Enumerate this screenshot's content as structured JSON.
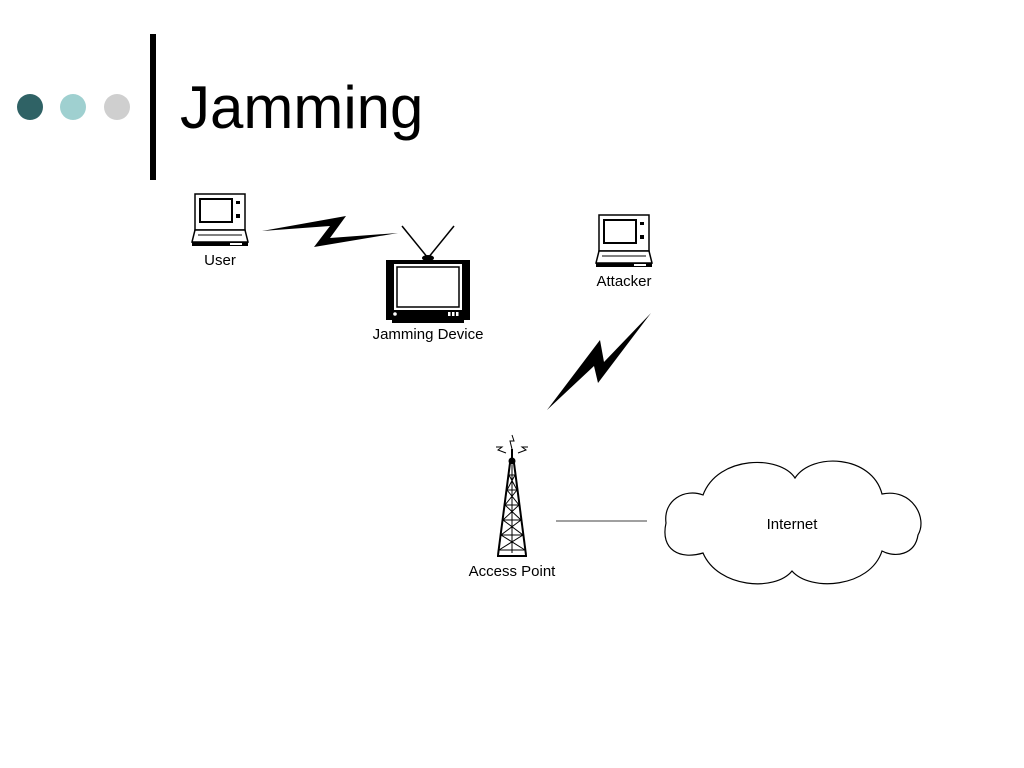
{
  "slide": {
    "title": "Jamming",
    "bullet_colors": [
      "#2f6265",
      "#9fd0d0",
      "#cfcfcf"
    ]
  },
  "diagram": {
    "nodes": {
      "user": {
        "label": "User",
        "icon": "laptop-icon"
      },
      "jammer": {
        "label": "Jamming Device",
        "icon": "tv-icon"
      },
      "attacker": {
        "label": "Attacker",
        "icon": "laptop-icon"
      },
      "access_point": {
        "label": "Access Point",
        "icon": "antenna-tower-icon"
      },
      "internet": {
        "label": "Internet",
        "icon": "cloud-icon"
      }
    },
    "links": [
      {
        "from": "user",
        "to": "jammer",
        "style": "lightning-bolt"
      },
      {
        "from": "attacker",
        "to": "access_point",
        "style": "lightning-bolt"
      },
      {
        "from": "access_point",
        "to": "internet",
        "style": "line"
      }
    ]
  }
}
